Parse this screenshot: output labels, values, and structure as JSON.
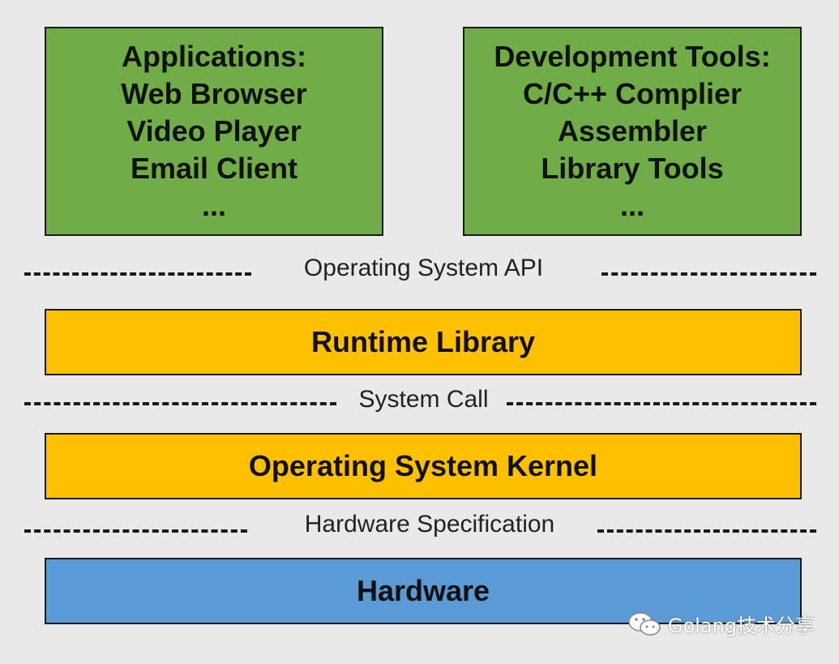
{
  "applications_box": {
    "lines": [
      "Applications:",
      "Web Browser",
      "Video Player",
      "Email Client",
      "..."
    ]
  },
  "dev_tools_box": {
    "lines": [
      "Development Tools:",
      "C/C++ Complier",
      "Assembler",
      "Library Tools",
      "..."
    ]
  },
  "interfaces": {
    "os_api": "Operating System API",
    "system_call": "System Call",
    "hardware_spec": "Hardware Specification"
  },
  "layers": {
    "runtime_library": "Runtime Library",
    "os_kernel": "Operating System Kernel",
    "hardware": "Hardware"
  },
  "watermark": {
    "text": "Golang技术分享",
    "icon": "wechat-icon"
  },
  "colors": {
    "green": "#70ad47",
    "orange": "#ffc000",
    "blue": "#5b9bd5"
  }
}
